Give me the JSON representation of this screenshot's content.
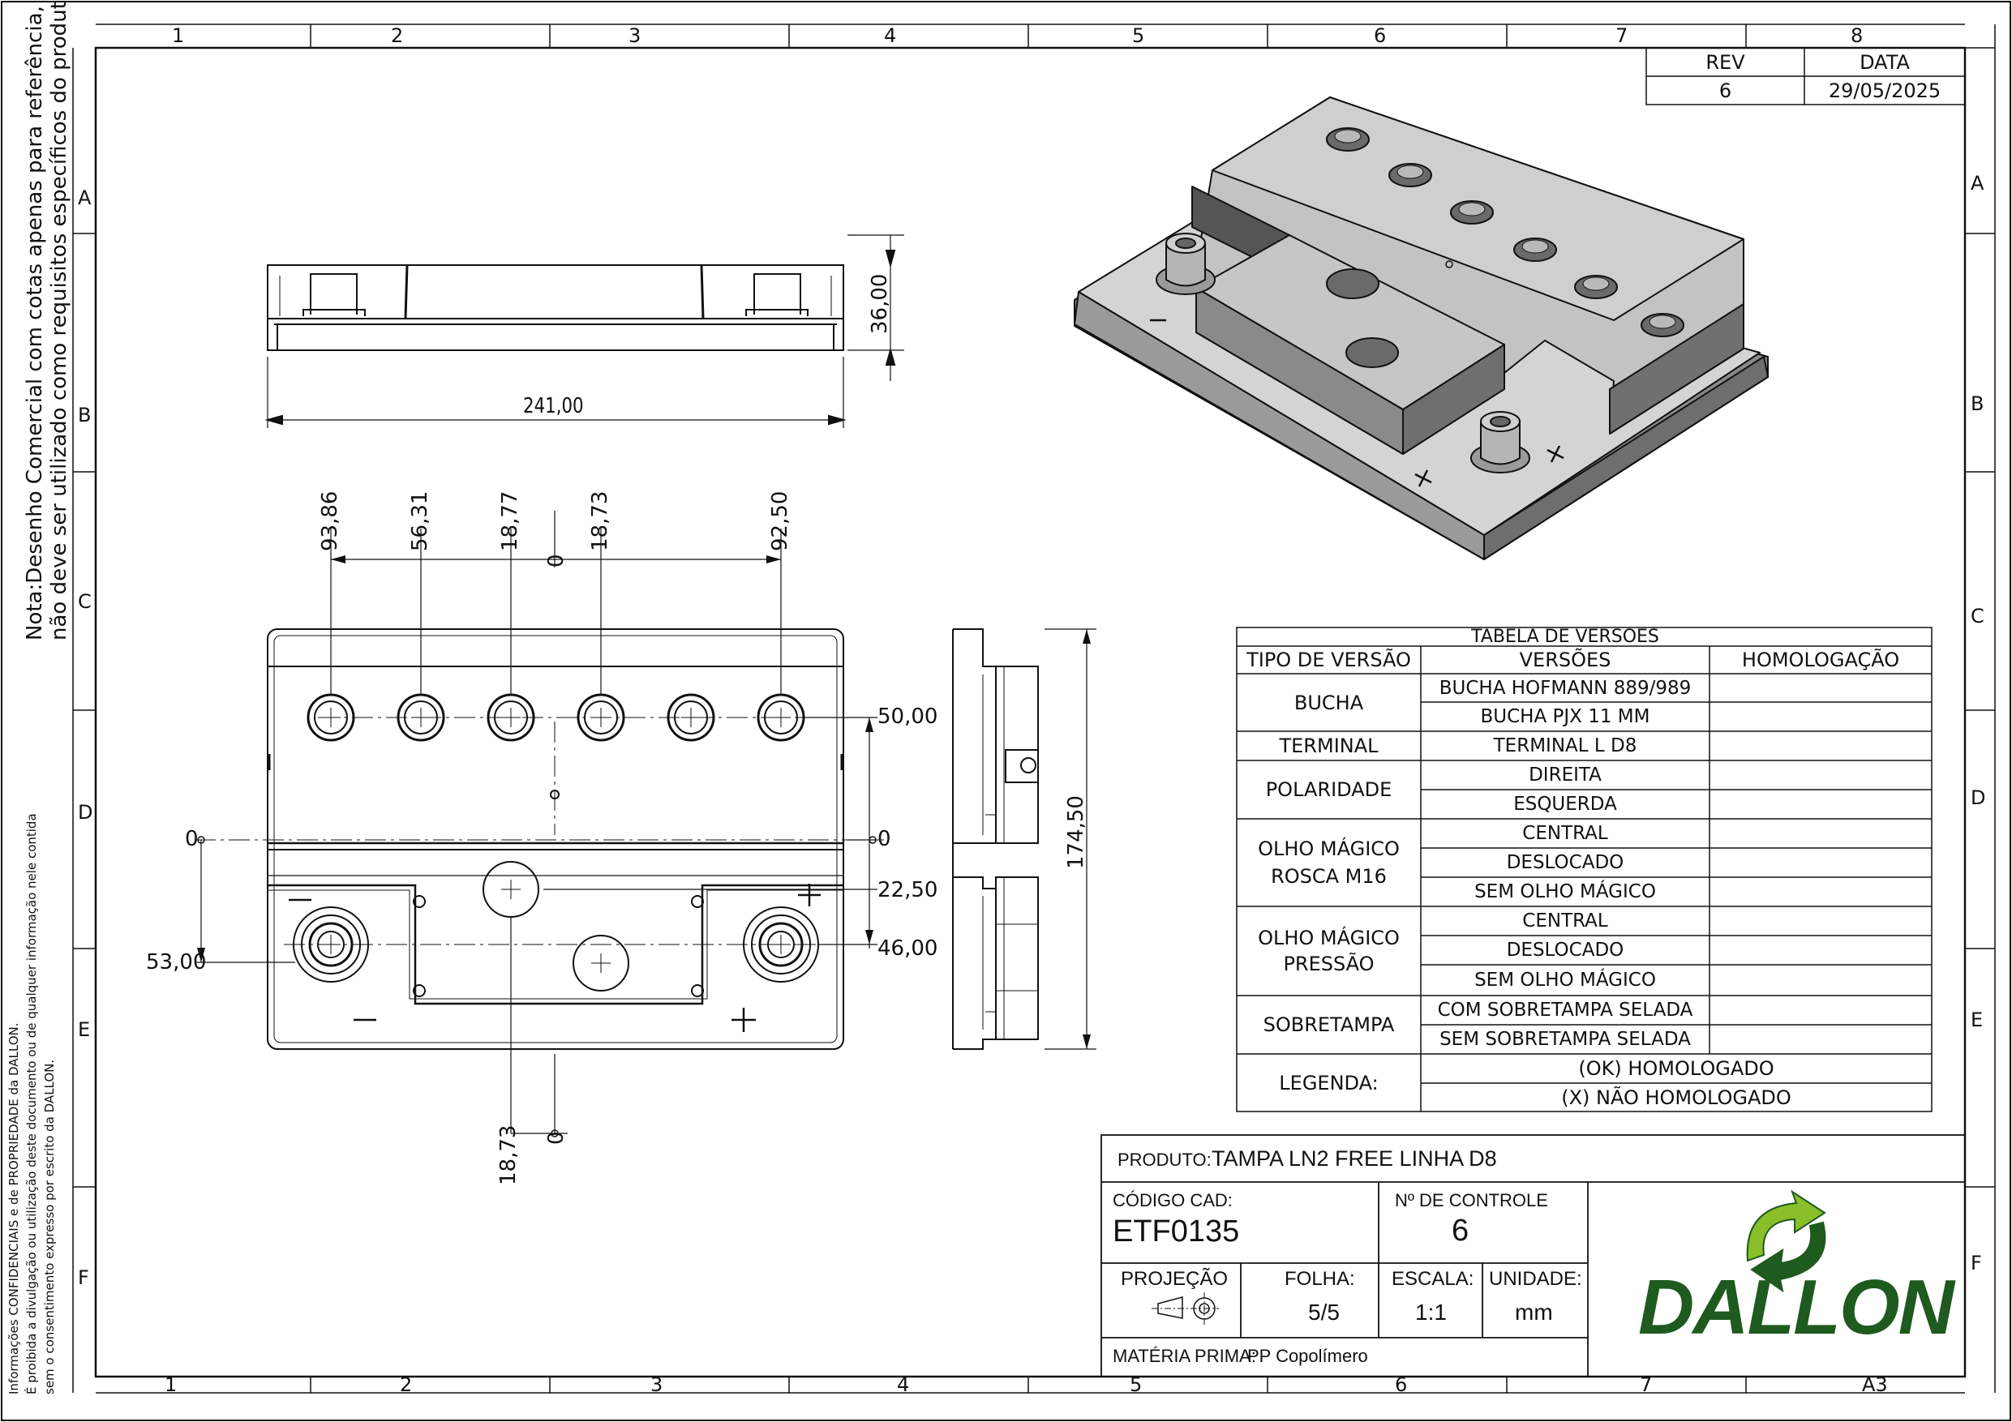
{
  "grid": {
    "columns": [
      "1",
      "2",
      "3",
      "4",
      "5",
      "6",
      "7",
      "8"
    ],
    "rows": [
      "A",
      "B",
      "C",
      "D",
      "E",
      "F"
    ]
  },
  "revision": {
    "rev_header": "REV",
    "date_header": "DATA",
    "rev_value": "6",
    "date_value": "29/05/2025"
  },
  "note": {
    "line1": "Nota:Desenho Comercial com cotas apenas para referência,",
    "line2": "não deve ser utilizado como requisitos específicos do produto"
  },
  "confidential": {
    "line1": "Informações CONFIDENCIAIS e de PROPRIEDADE da DALLON.",
    "line2": "É proibida a divulgação ou utilização deste documento ou de qualquer informação nele contida",
    "line3": "sem o consentimento expresso por escrito da DALLON."
  },
  "dimensions": {
    "height_36": "36,00",
    "width_241": "241,00",
    "d_93_86": "93,86",
    "d_56_31": "56,31",
    "d_18_77": "18,77",
    "d_0_top": "0",
    "d_18_73_top": "18,73",
    "d_92_50": "92,50",
    "d_50": "50,00",
    "d_0_right": "0",
    "d_22_50": "22,50",
    "d_46": "46,00",
    "d_0_left": "0",
    "d_53": "53,00",
    "d_18_73_bottom": "18,73",
    "d_0_bottom": "0",
    "d_174_50": "174,50"
  },
  "plan_marks": {
    "minus_sign": "−",
    "plus_sign": "+"
  },
  "versions_table": {
    "title": "TABELA DE VERSÕES",
    "headers": [
      "TIPO DE VERSÃO",
      "VERSÕES",
      "HOMOLOGAÇÃO"
    ],
    "groups": [
      {
        "type": "BUCHA",
        "versions": [
          "BUCHA HOFMANN 889/989",
          "BUCHA PJX 11 MM"
        ]
      },
      {
        "type": "TERMINAL",
        "versions": [
          "TERMINAL L D8"
        ]
      },
      {
        "type": "POLARIDADE",
        "versions": [
          "DIREITA",
          "ESQUERDA"
        ]
      },
      {
        "type_line1": "OLHO MÁGICO",
        "type_line2": "ROSCA M16",
        "versions": [
          "CENTRAL",
          "DESLOCADO",
          "SEM OLHO MÁGICO"
        ]
      },
      {
        "type_line1": "OLHO MÁGICO",
        "type_line2": "PRESSÃO",
        "versions": [
          "CENTRAL",
          "DESLOCADO",
          "SEM OLHO MÁGICO"
        ]
      },
      {
        "type": "SOBRETAMPA",
        "versions": [
          "COM SOBRETAMPA SELADA",
          "SEM SOBRETAMPA SELADA"
        ]
      }
    ],
    "legend_label": "LEGENDA:",
    "legend_ok": "(OK) HOMOLOGADO",
    "legend_x": "(X) NÃO HOMOLOGADO"
  },
  "title_block": {
    "product_label": "PRODUTO:",
    "product_value": "TAMPA LN2 FREE LINHA D8",
    "cad_label": "CÓDIGO CAD:",
    "cad_value": "ETF0135",
    "control_label": "Nº DE CONTROLE",
    "control_value": "6",
    "projection_label": "PROJEÇÃO",
    "sheet_label": "FOLHA:",
    "sheet_value": "5/5",
    "scale_label": "ESCALA:",
    "scale_value": "1:1",
    "unit_label": "UNIDADE:",
    "unit_value": "mm",
    "material_label": "MATÉRIA PRIMA:",
    "material_value": "PP Copolímero",
    "logo_text": "DALLON",
    "paper_size": "A3"
  },
  "colors": {
    "line": "#111111",
    "iso_face": "#c9c9c9",
    "iso_shadow": "#7d7d7d",
    "logo_green": "#1f5a1f",
    "logo_light_green": "#8bbf2a"
  }
}
